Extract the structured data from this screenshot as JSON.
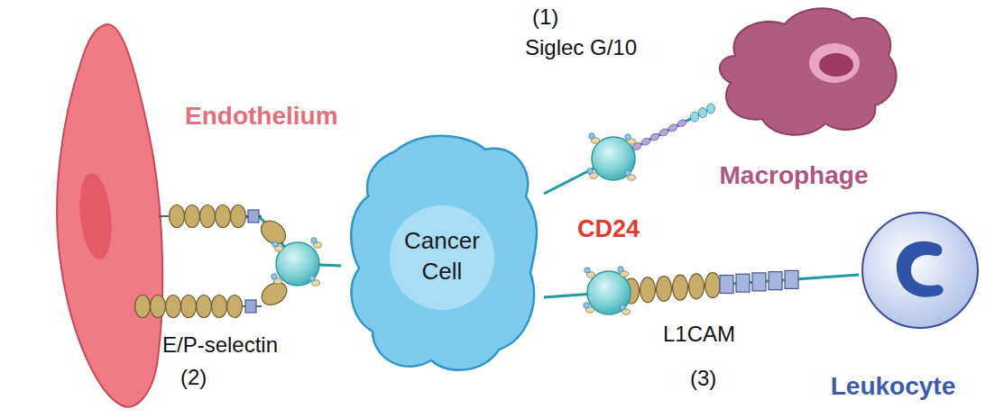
{
  "diagram": {
    "nodes": [
      {
        "text": [
          "Endothelium"
        ]
      },
      {
        "text": [
          "Cancer Cell"
        ]
      },
      {
        "text": [
          "Macrophage"
        ]
      },
      {
        "text": [
          "Leukocyte"
        ]
      }
    ],
    "edges": [
      {
        "from": 1,
        "to": 0,
        "arrow": "none"
      },
      {
        "from": 1,
        "to": 2,
        "arrow": "none"
      },
      {
        "from": 1,
        "to": 3,
        "arrow": "none"
      }
    ],
    "labels": [
      "(1)",
      "Siglec G/10",
      "CD24",
      "E/P-selectin",
      "(2)",
      "L1CAM",
      "(3)"
    ]
  }
}
